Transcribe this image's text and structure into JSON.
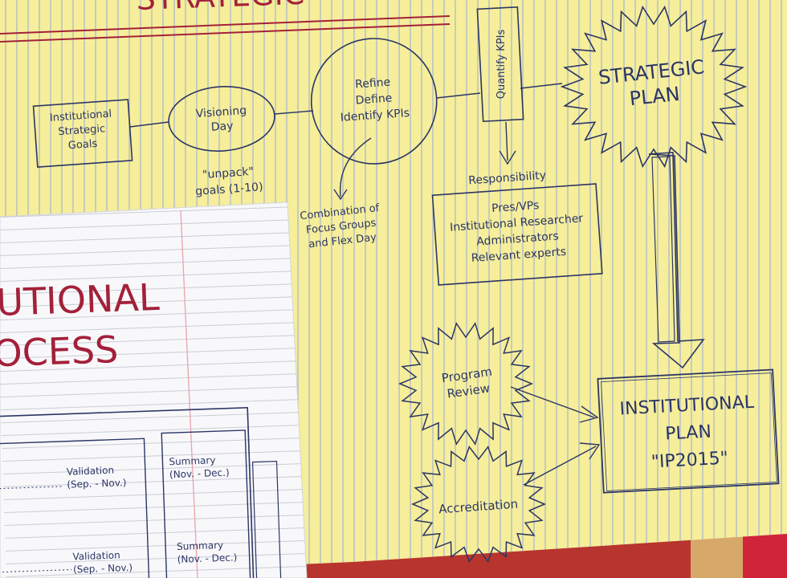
{
  "yellow_page": {
    "header_partial": "STRATEGIC",
    "nodes": {
      "goals": [
        "Institutional",
        "Strategic",
        "Goals"
      ],
      "visioning": [
        "Visioning",
        "Day"
      ],
      "unpack": [
        "\"unpack\"",
        "goals (1-10)"
      ],
      "refine": [
        "Refine",
        "Define",
        "Identify KPIs"
      ],
      "combination": [
        "Combination of",
        "Focus Groups",
        "and Flex Day"
      ],
      "quantify": "Quantify KPIs",
      "responsibility": "Responsibility",
      "roles": [
        "Pres/VPs",
        "Institutional Researcher",
        "Administrators",
        "Relevant experts"
      ],
      "strategic_plan": [
        "STRATEGIC",
        "PLAN"
      ],
      "program_review": [
        "Program",
        "Review"
      ],
      "accreditation": "Accreditation",
      "institutional_plan": [
        "INSTITUTIONAL",
        "PLAN",
        "\"IP2015\""
      ]
    }
  },
  "white_page": {
    "title_lines": [
      "UTIONAL",
      "OCESS"
    ],
    "rows": [
      {
        "validation": [
          "Validation",
          "(Sep. - Nov.)"
        ],
        "summary": [
          "Summary",
          "(Nov. - Dec.)"
        ]
      },
      {
        "validation": [
          "Validation",
          "(Sep. - Nov.)"
        ],
        "summary": [
          "Summary",
          "(Nov. - Dec.)"
        ]
      }
    ]
  },
  "colors": {
    "ink": "#2b3566",
    "red_ink": "#a3203a",
    "yellow_paper": "#f6ee9a",
    "background": "#b8342e"
  }
}
